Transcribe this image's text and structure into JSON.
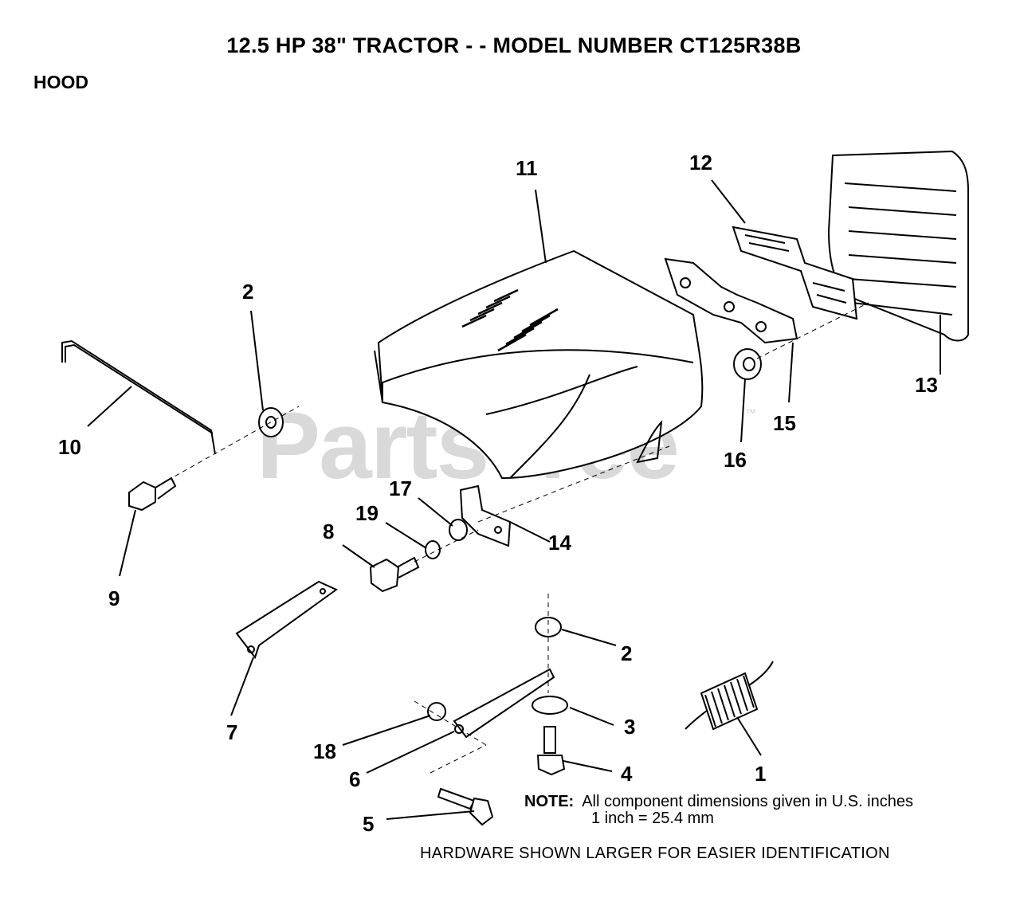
{
  "title": "12.5 HP 38\" TRACTOR - - MODEL NUMBER CT125R38B",
  "section": "HOOD",
  "watermark": "PartsTree",
  "watermark_tm": "™",
  "note": {
    "label": "NOTE:",
    "line1": "All component dimensions given in U.S. inches",
    "line2": "1 inch = 25.4 mm"
  },
  "footer": "HARDWARE SHOWN LARGER FOR EASIER IDENTIFICATION",
  "callouts": {
    "c1": "1",
    "c2a": "2",
    "c2b": "2",
    "c3": "3",
    "c4": "4",
    "c5": "5",
    "c6": "6",
    "c7": "7",
    "c8": "8",
    "c9": "9",
    "c10": "10",
    "c11": "11",
    "c12": "12",
    "c13": "13",
    "c14": "14",
    "c15": "15",
    "c16": "16",
    "c17": "17",
    "c18": "18",
    "c19": "19"
  }
}
